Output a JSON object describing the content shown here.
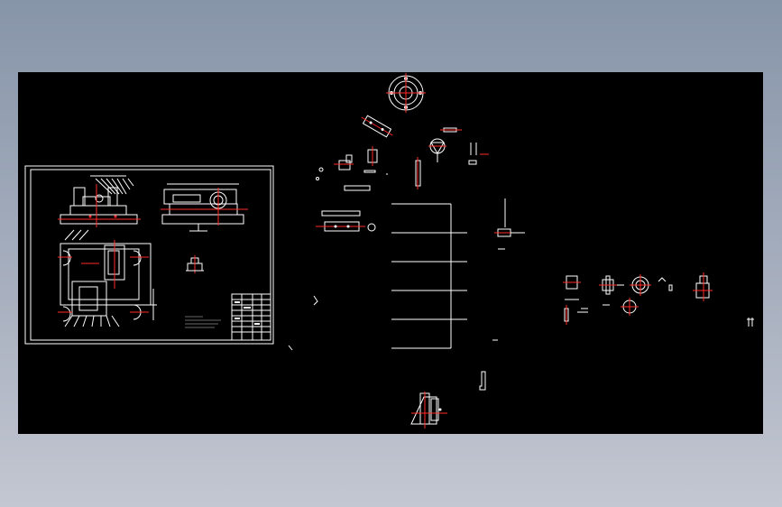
{
  "colors": {
    "background_top": "#8795a9",
    "background_bottom": "#c3c7d1",
    "model_space": "#000000",
    "line_white": "#ffffff",
    "line_red": "#ff2a2a"
  },
  "drawings": [
    {
      "name": "assembly-drawing-sheet"
    },
    {
      "name": "flange-part-view"
    },
    {
      "name": "block-diagram"
    },
    {
      "name": "small-parts-group"
    },
    {
      "name": "bracket-part-view"
    }
  ]
}
